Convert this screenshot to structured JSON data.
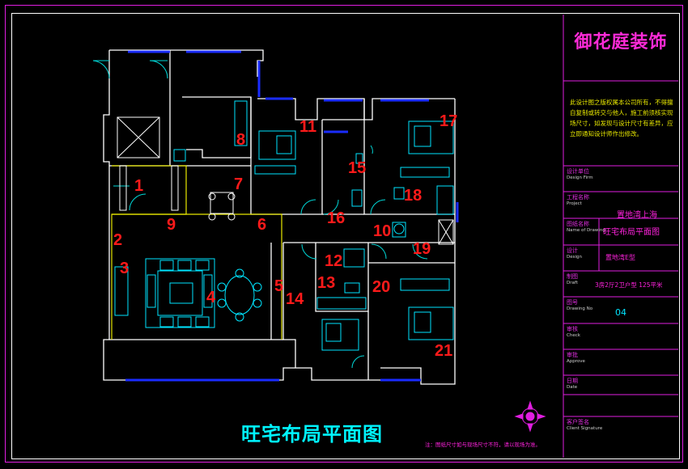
{
  "drawing": {
    "company_name": "御花庭装饰",
    "plan_title": "旺宅布局平面图",
    "note": "此设计图之版权属本公司所有，不得擅自复制或转交与他人，施工前须核实现场尺寸，如发现与设计尺寸有差异，应立即通知设计师作出修改。",
    "footnote": "注：图纸尺寸如与现场尺寸不符，请以现场为准。",
    "room_numbers": [
      "1",
      "2",
      "3",
      "4",
      "5",
      "6",
      "7",
      "8",
      "9",
      "10",
      "11",
      "12",
      "13",
      "14",
      "15",
      "16",
      "17",
      "18",
      "19",
      "20",
      "21"
    ]
  },
  "title_block": {
    "design_unit_label": "设计单位",
    "design_unit_en": "Design Firm",
    "project_label": "工程名称",
    "project_en": "Project",
    "project_value": "置地湾上海",
    "drawing_name_label": "图纸名称",
    "drawing_name_en": "Name of Drawing",
    "drawing_name_value": "旺宅布局平面图",
    "design_label": "设计",
    "design_en": "Design",
    "design_value": "置地湾E型",
    "draft_label": "制图",
    "draft_en": "Draft",
    "draft_value": "3房2厅2卫户型  125平米",
    "drawing_no_label": "图号",
    "drawing_no_en": "Drawing No",
    "drawing_no_value": "04",
    "check_label": "审核",
    "check_en": "Check",
    "approve_label": "审批",
    "approve_en": "Approve",
    "date_label": "日期",
    "date_en": "Date",
    "signature_label": "客户签名",
    "signature_en": "Client Signature"
  },
  "colors": {
    "frame": "#e01ee0",
    "wall": "#ffffff",
    "window": "#1a2cff",
    "furniture": "#00e5ff",
    "room_number": "#ff1a1a",
    "zone_line": "#e8e800",
    "door": "#00d8d8"
  }
}
